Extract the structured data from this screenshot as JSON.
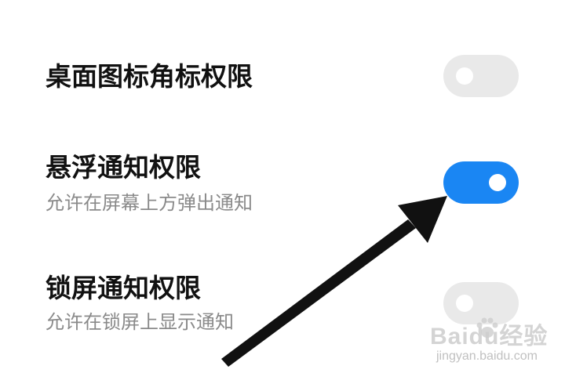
{
  "settings": [
    {
      "title": "桌面图标角标权限",
      "description": "",
      "enabled": false
    },
    {
      "title": "悬浮通知权限",
      "description": "允许在屏幕上方弹出通知",
      "enabled": true
    },
    {
      "title": "锁屏通知权限",
      "description": "允许在锁屏上显示通知",
      "enabled": false
    }
  ],
  "colors": {
    "toggle_on": "#1a86f3",
    "toggle_off": "#e9e9e9",
    "arrow": "#111111"
  },
  "watermark": {
    "logo": "Baidu经验",
    "url": "jingyan.baidu.com"
  }
}
